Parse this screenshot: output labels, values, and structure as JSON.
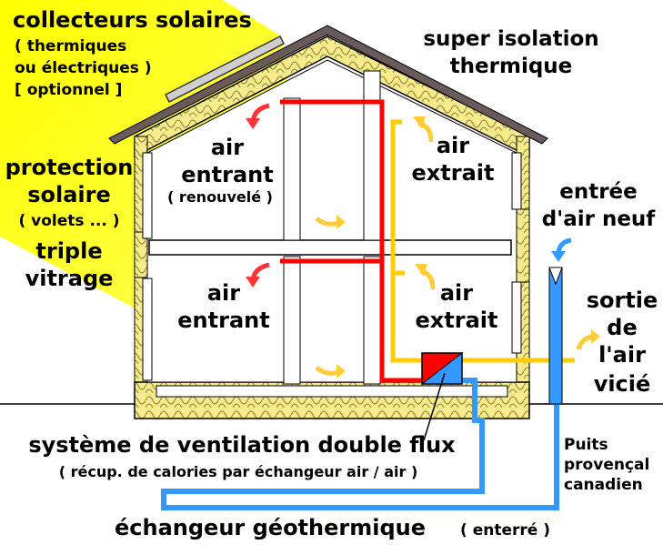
{
  "labels": {
    "solar_collectors_title": "collecteurs solaires",
    "solar_collectors_type": "( thermiques",
    "solar_collectors_type2": "ou électriques )",
    "solar_collectors_optional": "[ optionnel ]",
    "super_insulation_1": "super isolation",
    "super_insulation_2": "thermique",
    "solar_protection_1": "protection",
    "solar_protection_2": "solaire",
    "solar_protection_note": "( volets ... )",
    "triple_glazing_1": "triple",
    "triple_glazing_2": "vitrage",
    "incoming_air_upper_1": "air",
    "incoming_air_upper_2": "entrant",
    "incoming_air_upper_note": "( renouvelé )",
    "extracted_air_upper_1": "air",
    "extracted_air_upper_2": "extrait",
    "fresh_air_intake_1": "entrée",
    "fresh_air_intake_2": "d'air neuf",
    "incoming_air_lower_1": "air",
    "incoming_air_lower_2": "entrant",
    "extracted_air_lower_1": "air",
    "extracted_air_lower_2": "extrait",
    "stale_air_exit_1": "sortie",
    "stale_air_exit_2": "de",
    "stale_air_exit_3": "l'air",
    "stale_air_exit_4": "vicié",
    "ventilation_system": "système de ventilation double flux",
    "ventilation_note": "( récup. de calories par échangeur air / air )",
    "canadian_well_1": "Puits",
    "canadian_well_2": "provençal",
    "canadian_well_3": "canadien",
    "geothermal_exchanger": "échangeur géothermique",
    "geothermal_note": "( enterré )"
  },
  "colors": {
    "sun": "#ffff00",
    "insulation": "#f5eb8c",
    "duct_incoming": "#ff0000",
    "duct_extracted": "#ffcc00",
    "duct_ground": "#3399ff",
    "roof": "#6b5a5a",
    "outline": "#000000"
  }
}
